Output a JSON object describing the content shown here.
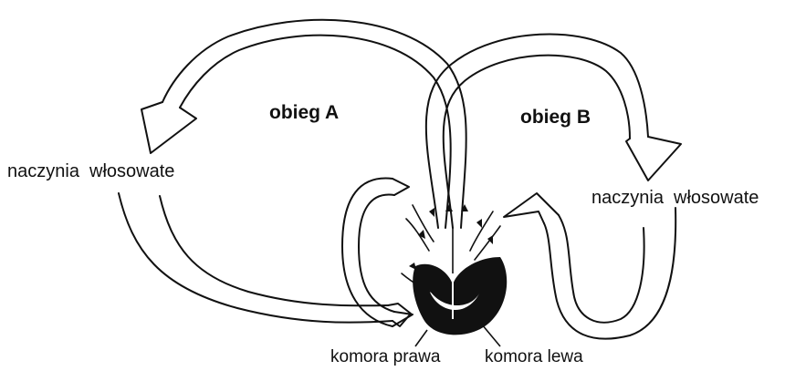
{
  "diagram": {
    "labels": {
      "circuit_a": "obieg A",
      "circuit_b": "obieg B",
      "capillaries_left": "naczynia  włosowate",
      "capillaries_right": "naczynia  włosowate",
      "right_ventricle": "komora prawa",
      "left_ventricle": "komora lewa"
    },
    "colors": {
      "line": "#111111",
      "fill": "#ffffff",
      "heart": "#111111"
    }
  }
}
